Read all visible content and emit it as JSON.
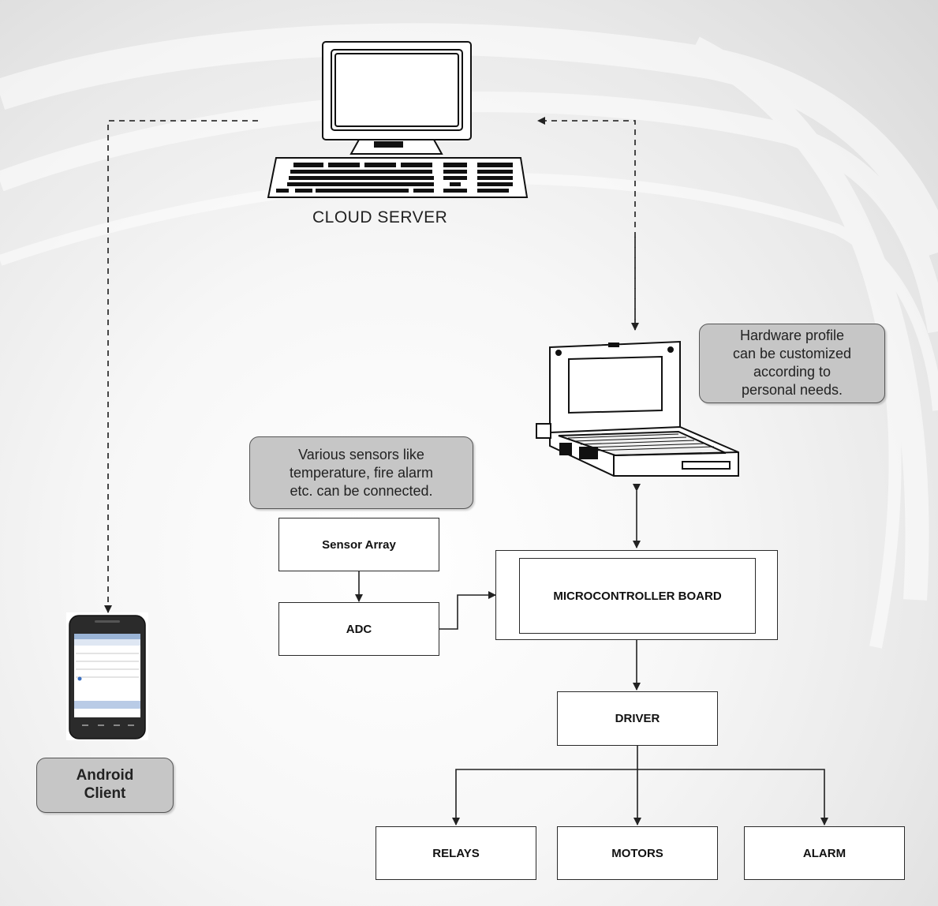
{
  "nodes": {
    "cloud_server": "CLOUD SERVER",
    "sensor_array": "Sensor Array",
    "adc": "ADC",
    "microcontroller": "MICROCONTROLLER BOARD",
    "driver": "DRIVER",
    "relays": "RELAYS",
    "motors": "MOTORS",
    "alarm": "ALARM"
  },
  "callouts": {
    "hardware_profile": "Hardware profile\ncan be customized\naccording to\npersonal needs.",
    "sensors": "Various sensors like\ntemperature, fire alarm\netc. can be connected.",
    "android_client": "Android\nClient"
  },
  "icons": [
    "desktop-computer-icon",
    "laptop-icon",
    "android-phone-icon"
  ]
}
